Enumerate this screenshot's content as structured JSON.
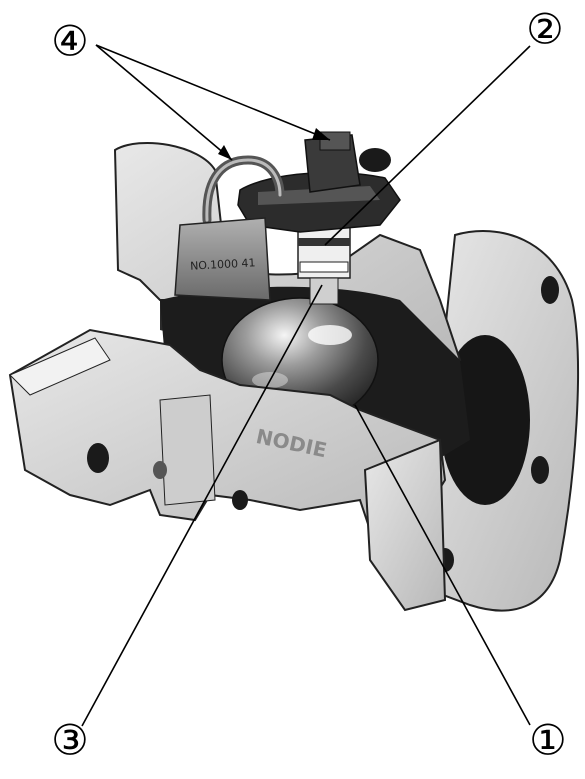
{
  "figure": {
    "callouts": [
      {
        "id": "1",
        "label": "①"
      },
      {
        "id": "2",
        "label": "②"
      },
      {
        "id": "3",
        "label": "③"
      },
      {
        "id": "4",
        "label": "④"
      }
    ],
    "body_casting_text": "NODIE",
    "padlock_text": "NO.1000 41",
    "colors": {
      "casting": "#d9d9d9",
      "casting_shadow": "#9a9a9a",
      "interior": "#1c1c1c",
      "ball": "#8a8a8a",
      "ink": "#000000"
    }
  }
}
